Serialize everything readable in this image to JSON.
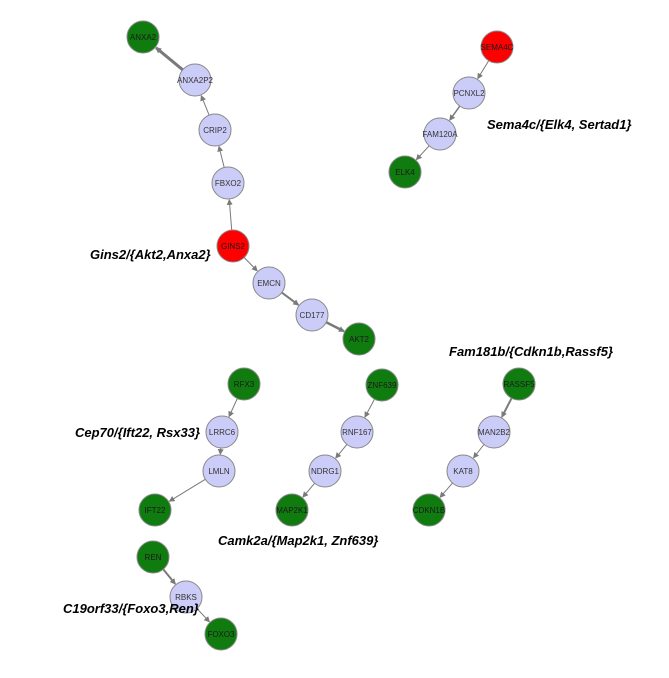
{
  "colors": {
    "source": "#ff0000",
    "target": "#107c10",
    "intermediate": "#ccccf8",
    "node_stroke": "#888888",
    "edge": "#7a7a7a"
  },
  "nodes": [
    {
      "id": "ANXA2",
      "label": "ANXA2",
      "role": "target"
    },
    {
      "id": "ANXA2P2",
      "label": "ANXA2P2",
      "role": "intermediate"
    },
    {
      "id": "CRIP2",
      "label": "CRIP2",
      "role": "intermediate"
    },
    {
      "id": "FBXO2",
      "label": "FBXO2",
      "role": "intermediate"
    },
    {
      "id": "GINS2",
      "label": "GINS2",
      "role": "source"
    },
    {
      "id": "EMCN",
      "label": "EMCN",
      "role": "intermediate"
    },
    {
      "id": "CD177",
      "label": "CD177",
      "role": "intermediate"
    },
    {
      "id": "AKT2",
      "label": "AKT2",
      "role": "target"
    },
    {
      "id": "SEMA4C",
      "label": "SEMA4C",
      "role": "source"
    },
    {
      "id": "PCNXL2",
      "label": "PCNXL2",
      "role": "intermediate"
    },
    {
      "id": "FAM120A",
      "label": "FAM120A",
      "role": "intermediate"
    },
    {
      "id": "ELK4",
      "label": "ELK4",
      "role": "target"
    },
    {
      "id": "RFX3",
      "label": "RFX3",
      "role": "target"
    },
    {
      "id": "LRRC6",
      "label": "LRRC6",
      "role": "intermediate"
    },
    {
      "id": "LMLN",
      "label": "LMLN",
      "role": "intermediate"
    },
    {
      "id": "IFT22",
      "label": "IFT22",
      "role": "target"
    },
    {
      "id": "ZNF639",
      "label": "ZNF639",
      "role": "target"
    },
    {
      "id": "RNF167",
      "label": "RNF167",
      "role": "intermediate"
    },
    {
      "id": "NDRG1",
      "label": "NDRG1",
      "role": "intermediate"
    },
    {
      "id": "MAP2K1",
      "label": "MAP2K1",
      "role": "target"
    },
    {
      "id": "RASSF5",
      "label": "RASSF5",
      "role": "target"
    },
    {
      "id": "MAN2B2",
      "label": "MAN2B2",
      "role": "intermediate"
    },
    {
      "id": "KAT8",
      "label": "KAT8",
      "role": "intermediate"
    },
    {
      "id": "CDKN1B",
      "label": "CDKN1B",
      "role": "target"
    },
    {
      "id": "REN",
      "label": "REN",
      "role": "target"
    },
    {
      "id": "RBKS",
      "label": "RBKS",
      "role": "intermediate"
    },
    {
      "id": "FOXO3",
      "label": "FOXO3",
      "role": "target"
    }
  ],
  "edges": [
    {
      "from": "ANXA2P2",
      "to": "ANXA2",
      "weight": 3
    },
    {
      "from": "CRIP2",
      "to": "ANXA2P2",
      "weight": 1
    },
    {
      "from": "FBXO2",
      "to": "CRIP2",
      "weight": 1
    },
    {
      "from": "GINS2",
      "to": "FBXO2",
      "weight": 1
    },
    {
      "from": "GINS2",
      "to": "EMCN",
      "weight": 1
    },
    {
      "from": "EMCN",
      "to": "CD177",
      "weight": 2
    },
    {
      "from": "CD177",
      "to": "AKT2",
      "weight": 2.5
    },
    {
      "from": "SEMA4C",
      "to": "PCNXL2",
      "weight": 1
    },
    {
      "from": "PCNXL2",
      "to": "FAM120A",
      "weight": 1.5
    },
    {
      "from": "FAM120A",
      "to": "ELK4",
      "weight": 1
    },
    {
      "from": "RFX3",
      "to": "LRRC6",
      "weight": 1
    },
    {
      "from": "LRRC6",
      "to": "LMLN",
      "weight": 1
    },
    {
      "from": "LMLN",
      "to": "IFT22",
      "weight": 1
    },
    {
      "from": "ZNF639",
      "to": "RNF167",
      "weight": 1
    },
    {
      "from": "RNF167",
      "to": "NDRG1",
      "weight": 1
    },
    {
      "from": "NDRG1",
      "to": "MAP2K1",
      "weight": 1
    },
    {
      "from": "RASSF5",
      "to": "MAN2B2",
      "weight": 2
    },
    {
      "from": "MAN2B2",
      "to": "KAT8",
      "weight": 1
    },
    {
      "from": "KAT8",
      "to": "CDKN1B",
      "weight": 1
    },
    {
      "from": "REN",
      "to": "RBKS",
      "weight": 2
    },
    {
      "from": "RBKS",
      "to": "FOXO3",
      "weight": 1
    }
  ],
  "captions": [
    {
      "id": "gins2",
      "text": "Gins2/{Akt2,Anxa2}"
    },
    {
      "id": "sema4c",
      "text": "Sema4c/{Elk4, Sertad1}"
    },
    {
      "id": "fam181b",
      "text": "Fam181b/{Cdkn1b,Rassf5}"
    },
    {
      "id": "cep70",
      "text": "Cep70/{Ift22, Rsx33}"
    },
    {
      "id": "camk2a",
      "text": "Camk2a/{Map2k1, Znf639}"
    },
    {
      "id": "c19orf33",
      "text": "C19orf33/{Foxo3,Ren}"
    }
  ]
}
